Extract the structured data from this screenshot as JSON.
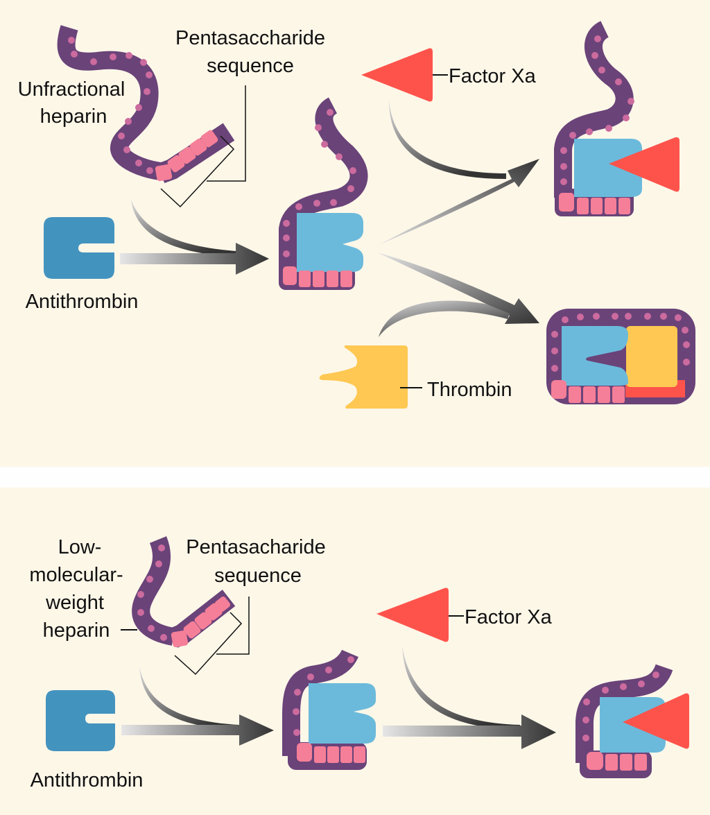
{
  "colors": {
    "background": "#fdf7e8",
    "separator": "#fefefe",
    "heparin_chain": "#6a4379",
    "heparin_dots": "#cc6b9e",
    "pentasaccharide": "#f57f98",
    "antithrombin_free": "#4393bf",
    "antithrombin_bound": "#6bbadb",
    "factor_xa": "#fe534b",
    "thrombin": "#fec852",
    "arrow_dark": "#333333",
    "arrow_light": "#e6e6e6",
    "text": "#111111"
  },
  "panels": [
    {
      "id": "unfractionated",
      "labels": {
        "heparin": [
          "Unfractional",
          "heparin"
        ],
        "pentasaccharide": [
          "Pentasaccharide",
          "sequence"
        ],
        "antithrombin": "Antithrombin",
        "factor_xa": "Factor Xa",
        "thrombin": "Thrombin"
      },
      "steps": [
        "Heparin + Antithrombin → Heparin–Antithrombin complex",
        "Complex + Factor Xa → Factor Xa inhibited",
        "Complex + Thrombin → Thrombin inhibited (ternary complex)"
      ]
    },
    {
      "id": "low-molecular-weight",
      "labels": {
        "heparin": [
          "Low-",
          "molecular-",
          "weight",
          "heparin"
        ],
        "pentasaccharide": [
          "Pentasacharide",
          "sequence"
        ],
        "antithrombin": "Antithrombin",
        "factor_xa": "Factor Xa"
      },
      "steps": [
        "LMW heparin + Antithrombin → LMWH–Antithrombin complex",
        "Complex + Factor Xa → Factor Xa inhibited"
      ]
    }
  ]
}
